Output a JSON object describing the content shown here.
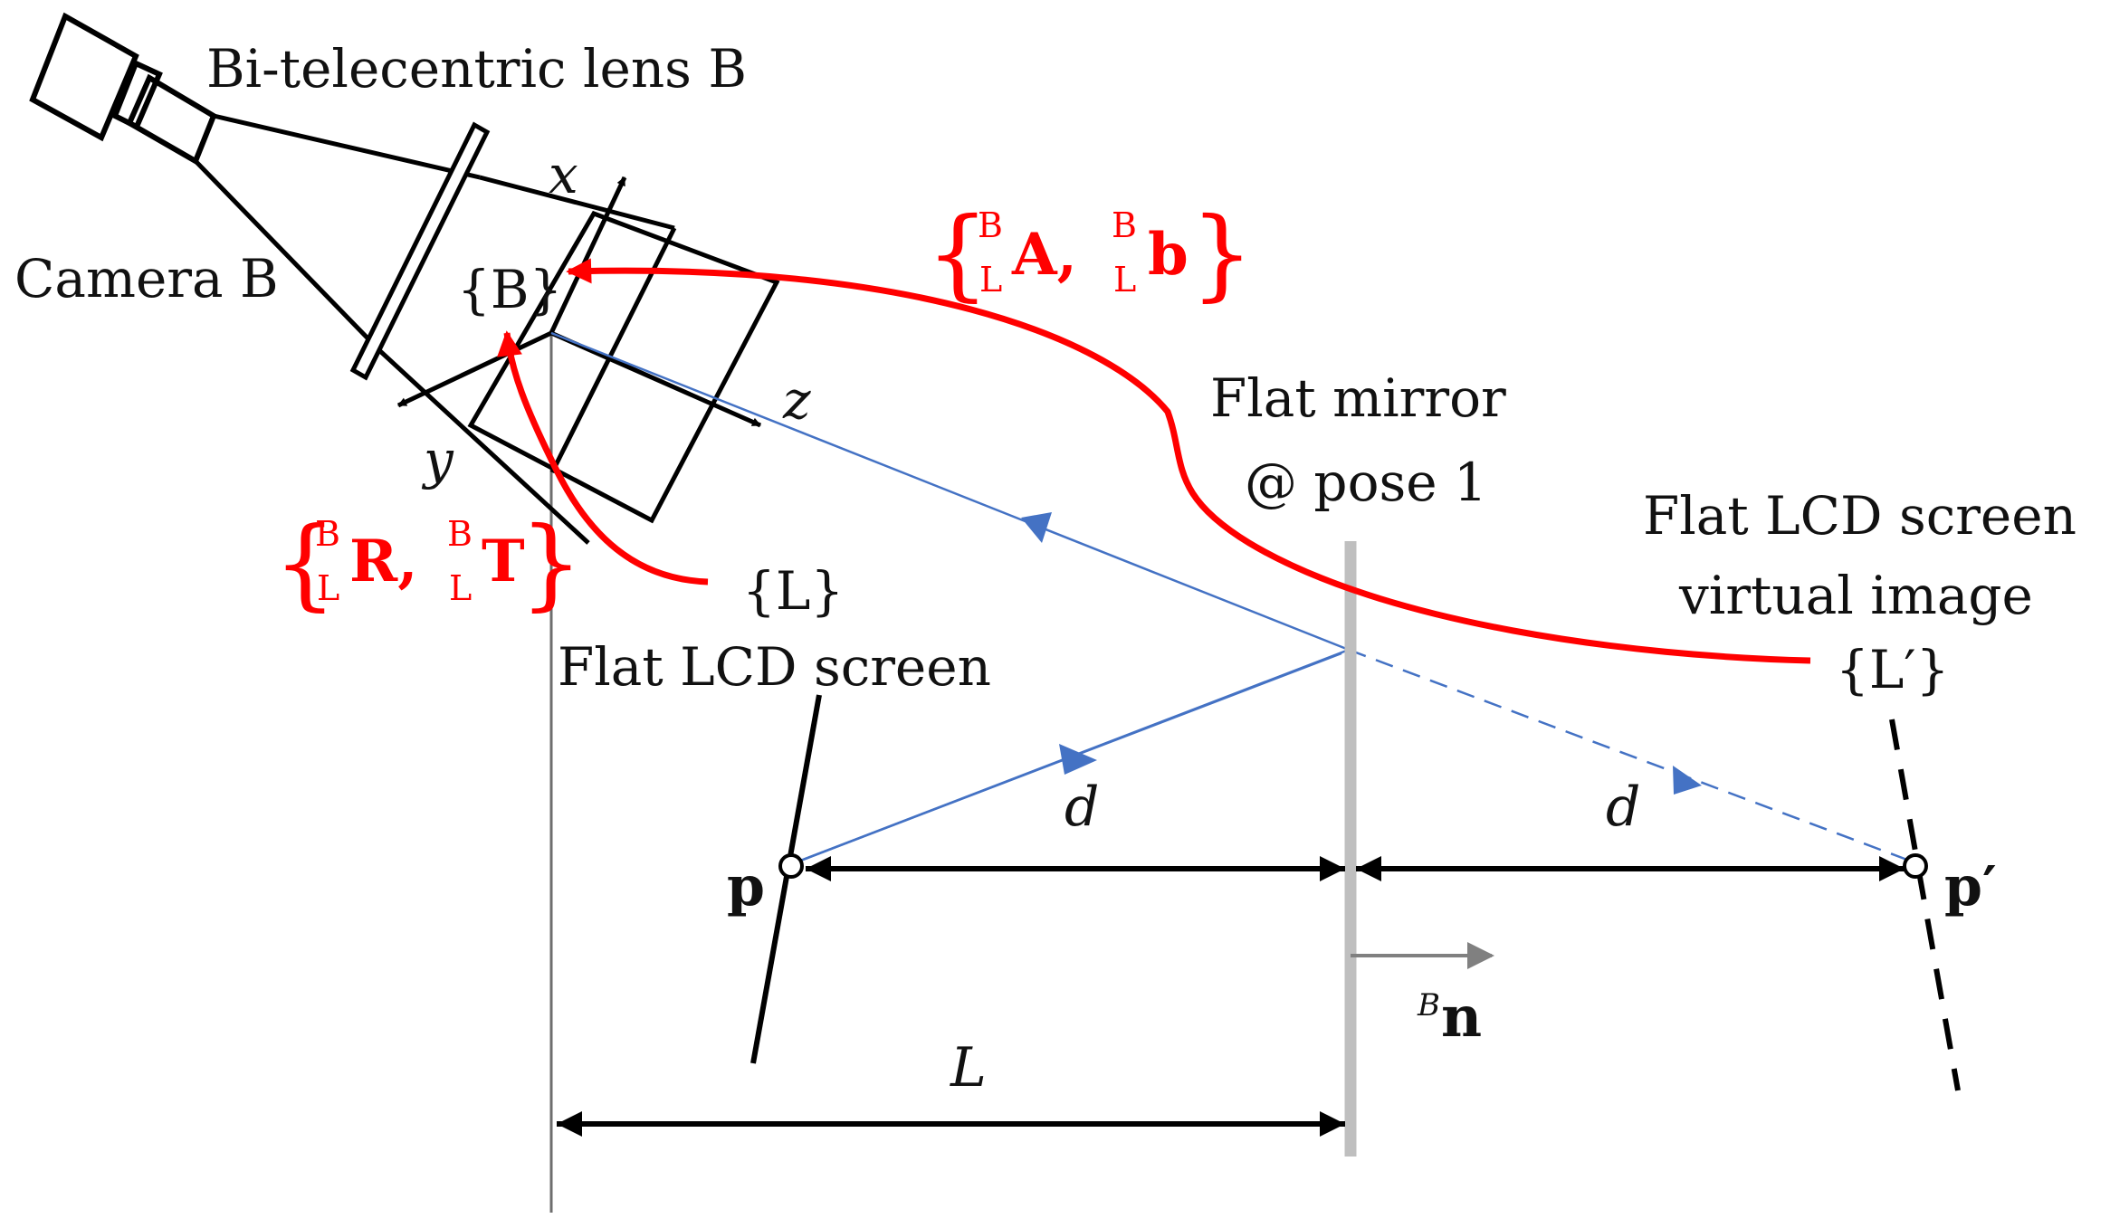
{
  "labels": {
    "lens": "Bi-telecentric lens B",
    "camera": "Camera B",
    "frame_b": "{B}",
    "axis_x": "x",
    "axis_y": "y",
    "axis_z": "z",
    "frame_l": "{L}",
    "lcd_screen": "Flat LCD screen",
    "mirror_line1": "Flat mirror",
    "mirror_line2": "@ pose 1",
    "virtual_line1": "Flat LCD screen",
    "virtual_line2": "virtual image",
    "frame_l_prime": "{L′}",
    "point_p": "p",
    "point_p_prime": "p′",
    "distance_d_left": "d",
    "distance_d_right": "d",
    "distance_L": "L",
    "normal": "n",
    "normal_superscript": "B"
  },
  "transforms": {
    "affine": {
      "brace_open": "{",
      "brace_close": "}",
      "sup_1": "B",
      "sub_1": "L",
      "symbol_1": "A,",
      "sup_2": "B",
      "sub_2": "L",
      "symbol_2": "b"
    },
    "rigid": {
      "brace_open": "{",
      "brace_close": "}",
      "sup_1": "B",
      "sub_1": "L",
      "symbol_1": "R,",
      "sup_2": "B",
      "sub_2": "L",
      "symbol_2": "T"
    }
  },
  "colors": {
    "transform": "#ff0000",
    "ray": "#4472c4",
    "mirror": "#bfbfbf",
    "ink": "#000000",
    "normal_arrow": "#808080"
  }
}
